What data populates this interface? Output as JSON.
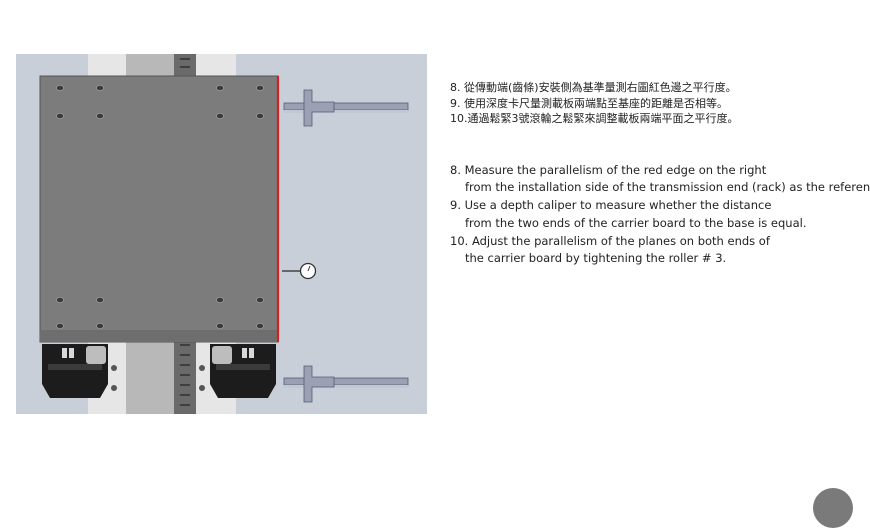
{
  "instructions": {
    "zh": [
      "8. 從傳動端(齒條)安裝側為基準量測右圖紅色邊之平行度。",
      "9. 使用深度卡尺量測載板兩端點至基座的距離是否相等。",
      "10.通過鬆緊3號滾輪之鬆緊來調整載板兩端平面之平行度。"
    ],
    "en": [
      "8. Measure the parallelism of the red edge on the right",
      "from the installation side of the transmission end (rack) as the reference.",
      "9. Use a depth caliper to measure whether the distance",
      "from the two ends of the carrier board to the base is equal.",
      "10. Adjust the parallelism of the planes on both ends of",
      "the carrier board by tightening the roller # 3."
    ]
  },
  "colors": {
    "reference_edge": "#d42020",
    "background": "#c9cfd9",
    "carrier_plate": "#7c7c7c"
  }
}
